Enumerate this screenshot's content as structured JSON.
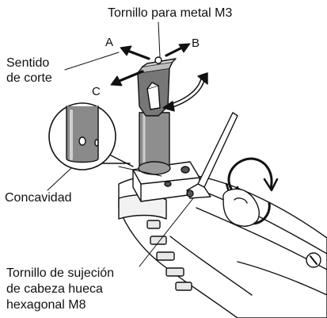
{
  "labels": {
    "metal_screw": "Tornillo para metal M3",
    "dir_a": "A",
    "dir_b": "B",
    "dir_c": "C",
    "cut_direction_1": "Sentido",
    "cut_direction_2": "de corte",
    "concavity": "Concavidad",
    "socket_screw_1": "Tornillo de sujeción",
    "socket_screw_2": "de cabeza hueca",
    "socket_screw_3": "hexagonal M8"
  },
  "colors": {
    "line": "#111111",
    "shade_light": "#d9d9d9",
    "shade_mid": "#a6a6a6",
    "shade_dark": "#555555",
    "background": "#ffffff"
  }
}
